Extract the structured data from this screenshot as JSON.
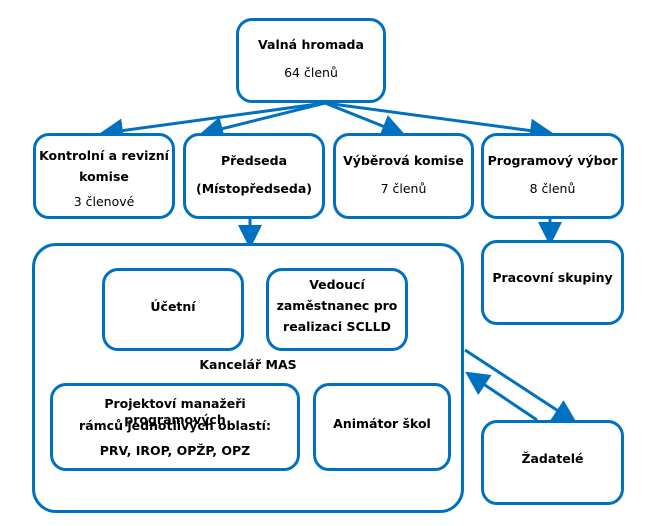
{
  "nodes": {
    "general_assembly": {
      "title": "Valná hromada",
      "sub": "64 členů"
    },
    "control_committee": {
      "title_line1": "Kontrolní a revizní",
      "title_line2": "komise",
      "sub": "3 členové"
    },
    "chairman": {
      "title": "Předseda",
      "sub": "(Místopředseda)"
    },
    "selection_committee": {
      "title": "Výběrová komise",
      "sub": "7 členů"
    },
    "program_committee": {
      "title": "Programový výbor",
      "sub": "8 členů"
    },
    "office": {
      "title": "Kancelář MAS"
    },
    "accountant": {
      "title": "Účetní"
    },
    "lead_employee": {
      "line1": "Vedoucí",
      "line2": "zaměstnanec pro",
      "line3": "realizaci SCLLD"
    },
    "project_managers": {
      "line1": "Projektoví manažeři programových",
      "line2": "rámců jednotlivých oblastí:",
      "line3": "PRV, IROP, OPŽP, OPZ"
    },
    "school_animator": {
      "title": "Animátor škol"
    },
    "working_groups": {
      "title": "Pracovní skupiny"
    },
    "applicants": {
      "title": "Žadatelé"
    }
  },
  "colors": {
    "accent": "#0070C0"
  }
}
